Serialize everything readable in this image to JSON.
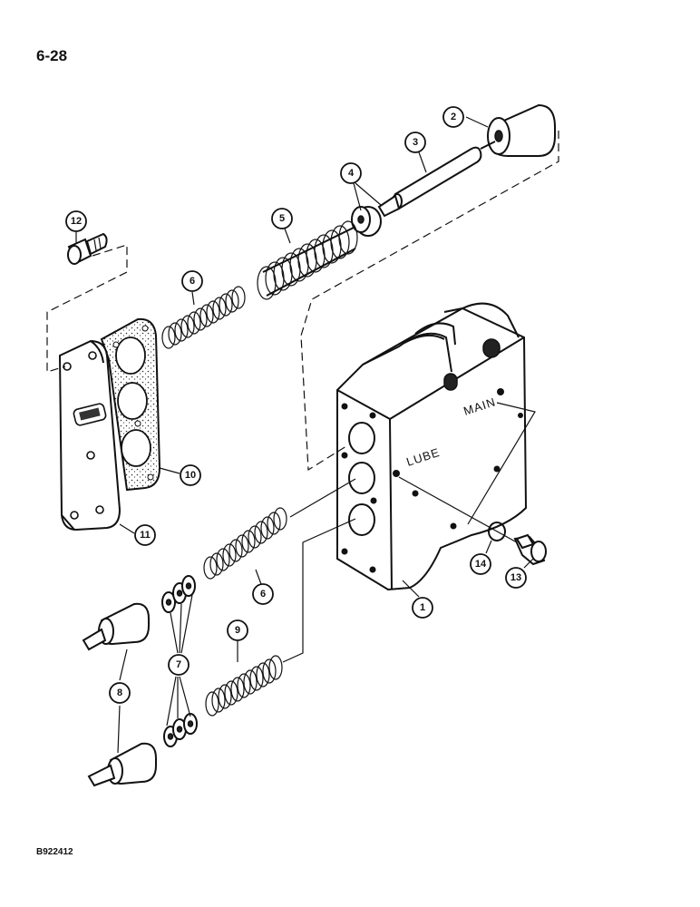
{
  "page": {
    "number": "6-28",
    "figure_code": "B922412"
  },
  "housing": {
    "port_main": "MAIN",
    "port_lube": "LUBE"
  },
  "callouts": [
    "1",
    "2",
    "3",
    "4",
    "5",
    "6",
    "6",
    "7",
    "8",
    "9",
    "10",
    "11",
    "12",
    "13",
    "14"
  ],
  "icons": [
    "bolt",
    "plug",
    "rod",
    "washer",
    "spring",
    "cover-plate",
    "gasket",
    "valve-housing",
    "o-ring"
  ]
}
